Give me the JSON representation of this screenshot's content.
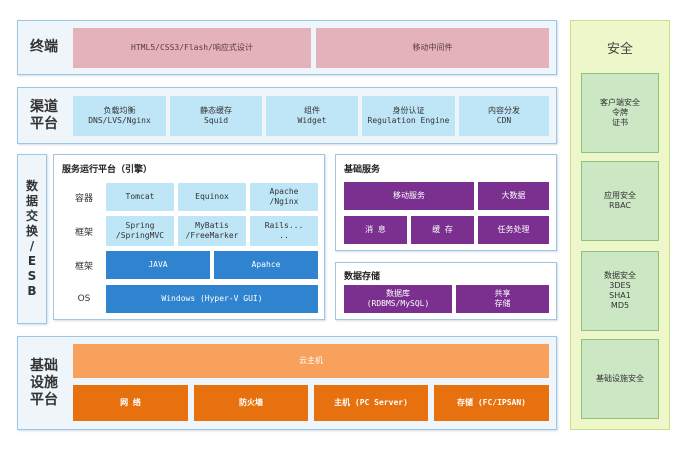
{
  "terminal": {
    "label": "终端",
    "items": [
      {
        "lines": [
          "HTML5/CSS3/Flash/响应式设计"
        ]
      },
      {
        "lines": [
          "移动中间件"
        ]
      }
    ]
  },
  "channel": {
    "label_lines": [
      "渠道",
      "平台"
    ],
    "items": [
      {
        "lines": [
          "负载均衡",
          "DNS/LVS/Nginx"
        ]
      },
      {
        "lines": [
          "静态缓存",
          "Squid"
        ]
      },
      {
        "lines": [
          "组件",
          "Widget"
        ]
      },
      {
        "lines": [
          "身份认证",
          "Regulation Engine"
        ]
      },
      {
        "lines": [
          "内容分发",
          "CDN"
        ]
      }
    ]
  },
  "esb": {
    "label_chars": [
      "数",
      "据",
      "交",
      "换",
      "/",
      "E",
      "S",
      "B"
    ]
  },
  "runtime": {
    "title": "服务运行平台（引擎）",
    "rows": [
      {
        "label": "容器",
        "cells": [
          [
            "Tomcat"
          ],
          [
            "Equinox"
          ],
          [
            "Apache",
            "/Nginx"
          ]
        ]
      },
      {
        "label": "框架",
        "cells": [
          [
            "Spring",
            "/SpringMVC"
          ],
          [
            "MyBatis",
            "/FreeMarker"
          ],
          [
            "Rails...",
            ".."
          ]
        ]
      },
      {
        "label": "框架",
        "cells": [
          [
            "JAVA"
          ],
          [
            "Apahce"
          ]
        ]
      },
      {
        "label": "OS",
        "cells": [
          [
            "Windows (Hyper-V GUI)"
          ]
        ]
      }
    ]
  },
  "basic_services": {
    "title": "基础服务",
    "items": [
      {
        "lines": [
          "移动服务"
        ]
      },
      {
        "lines": [
          "大数据"
        ]
      },
      {
        "lines": [
          "消 息"
        ]
      },
      {
        "lines": [
          "缓 存"
        ]
      },
      {
        "lines": [
          "任务处理"
        ]
      }
    ]
  },
  "storage": {
    "title": "数据存储",
    "items": [
      {
        "lines": [
          "数据库",
          "(RDBMS/MySQL)"
        ]
      },
      {
        "lines": [
          "共享",
          "存储"
        ]
      }
    ]
  },
  "infra": {
    "label_lines": [
      "基础",
      "设施",
      "平台"
    ],
    "cloud": "云主机",
    "items": [
      {
        "lines": [
          "网  络"
        ]
      },
      {
        "lines": [
          "防火墙"
        ]
      },
      {
        "lines": [
          "主机 (PC Server)"
        ]
      },
      {
        "lines": [
          "存储 (FC/IPSAN)"
        ]
      }
    ]
  },
  "security": {
    "title": "安全",
    "items": [
      {
        "lines": [
          "客户端安全",
          "令牌",
          "证书"
        ]
      },
      {
        "lines": [
          "应用安全",
          "RBAC"
        ]
      },
      {
        "lines": [
          "数据安全",
          "3DES",
          "SHA1",
          "MD5"
        ]
      },
      {
        "lines": [
          "基础设施安全"
        ]
      }
    ]
  }
}
